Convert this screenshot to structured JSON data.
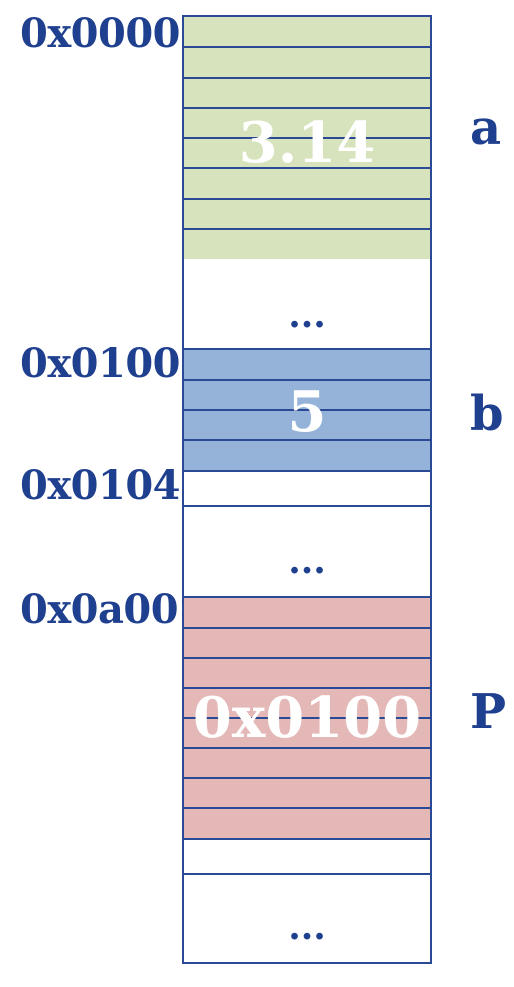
{
  "addresses": {
    "a_start": "0x0000",
    "b_start": "0x0100",
    "b_end": "0x0104",
    "p_start": "0x0a00"
  },
  "variables": {
    "a": {
      "name": "a",
      "value": "3.14",
      "color": "#d7e3bd"
    },
    "b": {
      "name": "b",
      "value": "5",
      "color": "#95b3d9"
    },
    "p": {
      "name": "P",
      "value": "0x0100",
      "color": "#e5b8b8"
    }
  },
  "ellipsis": "..."
}
